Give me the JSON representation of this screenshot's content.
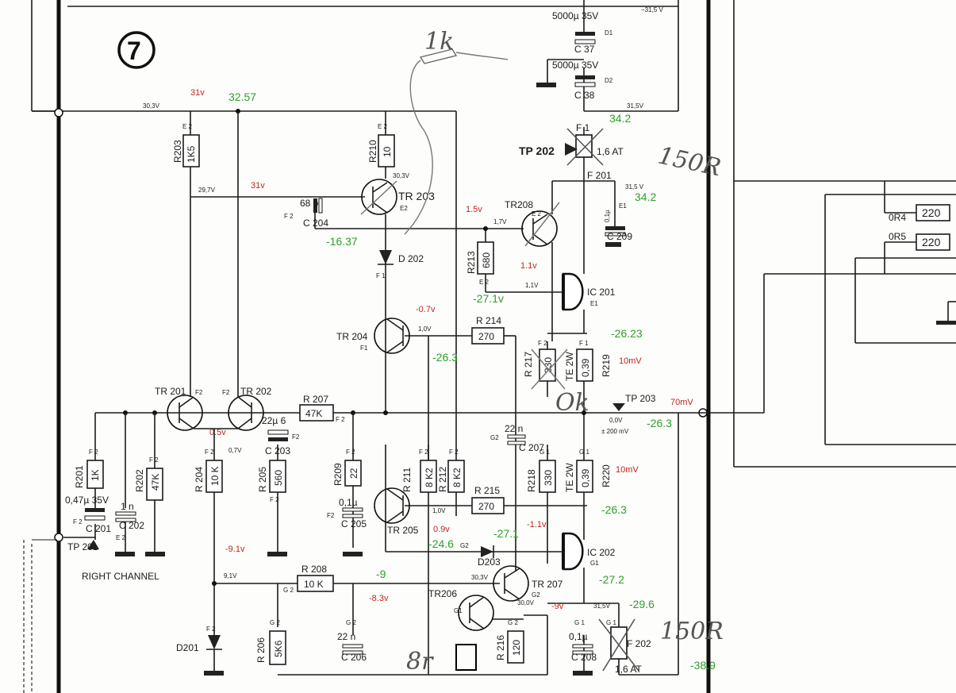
{
  "schematic": {
    "sheet_number": "7",
    "rails": {
      "pos_top_right": "−31,5 V",
      "pos_left": "30,3V",
      "pos_c38": "31,5V",
      "e1_rail": "31,5 V",
      "tr201_base": "29,7V",
      "tr203_v": "30,3V",
      "tr208_v": "1,7V",
      "ic201_v": "1,1V",
      "tr204_v": "1,0V",
      "tr205_v": "1,0V",
      "tr202_v": "0,7V",
      "tr207_v": "30,3V",
      "tr207_e": "30,0V",
      "f202_v": "31,5V",
      "r208_v": "9,1V",
      "tp203_v1": "0,0V",
      "tp203_v2": "± 200 mV"
    },
    "components": {
      "c37_cap": "5000µ 35V",
      "c37_name": "C 37",
      "c37_d": "D1",
      "c38_cap": "5000µ 35V",
      "c38_name": "C 38",
      "c38_d": "D2",
      "f201_name": "F 201",
      "f201_rating": "1,6 AT",
      "f201_pin": "F 1",
      "tp202": "TP 202",
      "c209_name": "C 209",
      "c209_val": "0,1µ",
      "c209_pin": "E1",
      "r203_name": "R203",
      "r203_val": "1K5",
      "r203_pin": "E 2",
      "r210_name": "R210",
      "r210_val": "10",
      "r210_pin": "E 2",
      "tr203": "TR 203",
      "tr203_pin": "E2",
      "c204_name": "C 204",
      "c204_val": "68 p",
      "c204_pin": "F 2",
      "d202": "D 202",
      "d202_pin": "F 1",
      "tr208": "TR208",
      "tr208_pin": "E 2",
      "r213_name": "R213",
      "r213_val": "680",
      "r213_pin": "E 2",
      "ic201": "IC 201",
      "ic201_pin": "E1",
      "tr204": "TR 204",
      "tr204_pin": "F1",
      "r214_name": "R 214",
      "r214_val": "270",
      "r217_name": "R 217",
      "r217_val": "330",
      "r217_pin": "F 2",
      "r219_name": "R219",
      "r219_val": "0,39",
      "r219_type": "TE 2W",
      "r219_pin": "F 1",
      "tp203": "TP 203",
      "tr201": "TR 201",
      "tr201_pin": "F2",
      "tr202": "TR 202",
      "tr202_pin": "F2",
      "r207_name": "R 207",
      "r207_val": "47K",
      "r207_pin": "F 2",
      "c203_name": "C 203",
      "c203_val": "22µ 6",
      "c203_pin": "F2",
      "r201_name": "R201",
      "r201_val": "1K",
      "r201_pin": "F 2",
      "c201_name": "C 201",
      "c201_val": "0,47µ 35V",
      "c201_pin": "F 2",
      "c202_name": "C 202",
      "c202_val": "1 n",
      "c202_pin": "E 2",
      "r202_name": "R202",
      "r202_val": "47K",
      "r202_pin": "F 2",
      "r204_name": "R 204",
      "r204_val": "10 K",
      "r204_pin": "F 2",
      "r205_name": "R 205",
      "r205_val": "560",
      "r205_pin": "F 2",
      "r209_name": "R209",
      "r209_val": "22",
      "r209_pin": "F 2",
      "c205_name": "C 205",
      "c205_val": "0,1µ",
      "c205_pin": "F2",
      "r211_name": "R 211",
      "r211_val": "8 K2",
      "r211_pin": "F 2",
      "r212_name": "R 212",
      "r212_val": "8 K2",
      "r212_pin": "F 2",
      "r215_name": "R 215",
      "r215_val": "270",
      "tr205": "TR 205",
      "c207_name": "C 207",
      "c207_val": "22 n",
      "c207_pin": "G2",
      "r218_name": "R218",
      "r218_val": "330",
      "r218_pin": "G 1",
      "r220_name": "R220",
      "r220_val": "0,39",
      "r220_type": "TE 2W",
      "r220_pin": "G 1",
      "ic202": "IC 202",
      "ic202_pin": "G1",
      "d203": "D203",
      "d203_pin": "G2",
      "tr207": "TR 207",
      "tr207_pin": "G2",
      "tr206": "TR206",
      "tr206_pin": "G1",
      "r208_name": "R 208",
      "r208_val": "10 K",
      "r208_pin": "G 2",
      "d201": "D201",
      "d201_pin": "F 2",
      "r206_name": "R 206",
      "r206_val": "5K6",
      "r206_pin": "G 2",
      "c206_name": "C 206",
      "c206_val": "22 n",
      "c206_pin": "G 2",
      "r216_name": "R 216",
      "r216_val": "120",
      "r216_pin": "G 2",
      "c208_name": "C 208",
      "c208_val": "0,1µ",
      "c208_pin": "G 1",
      "f202_name": "F 202",
      "f202_rating": "1,6 AT",
      "f202_pin": "G 1",
      "tp201": "TP 201",
      "or4_name": "0R4",
      "or4_val": "220",
      "or5_name": "0R5",
      "or5_val": "220",
      "channel_label": "RIGHT   CHANNEL"
    },
    "measured_green": {
      "m1": "32.57",
      "m2": "34.2",
      "m3": "34.2",
      "m4": "-16.37",
      "m5": "-27.1v",
      "m6": "-26.23",
      "m7": "-26.3",
      "m8": "-26.3",
      "m9": "-26.3",
      "m10": "-27.1",
      "m11": "-24.6",
      "m12": "-9",
      "m13": "-27.2",
      "m14": "-29.6",
      "m15": "-38.9"
    },
    "measured_red": {
      "r1": "31v",
      "r2": "31v",
      "r3": "1.5v",
      "r4": "1.1v",
      "r5": "-0.7v",
      "r6": "10mV",
      "r7": "70mV",
      "r8": "0.5v",
      "r9": "10mV",
      "r10": "0.9v",
      "r11": "-1.1v",
      "r12": "-9.1v",
      "r13": "-8.3v",
      "r14": "-9v"
    },
    "handwritten": {
      "h1": "1k",
      "h2": "150R",
      "h3": "150R",
      "h4": "Ok",
      "h5": "8r"
    }
  }
}
